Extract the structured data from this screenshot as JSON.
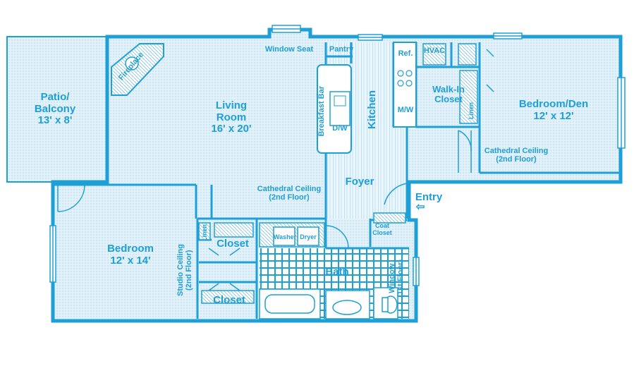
{
  "colors": {
    "line": "#1e9fd6",
    "fill": "#d9eef8",
    "hatch": "#a9d6ee"
  },
  "rooms": {
    "patio": {
      "name": "Patio/\nBalcony",
      "size": "13' x 8'"
    },
    "living": {
      "name": "Living\nRoom",
      "size": "16' x 20'"
    },
    "bedroom": {
      "name": "Bedroom",
      "size": "12' x 14'"
    },
    "bedroom_den": {
      "name": "Bedroom/Den",
      "size": "12' x 12'"
    },
    "kitchen": {
      "name": "Kitchen"
    },
    "foyer": {
      "name": "Foyer"
    },
    "bath": {
      "name": "Bath"
    },
    "walkin": {
      "name": "Walk-In\nCloset"
    }
  },
  "labels": {
    "fireplace": "Fireplace",
    "window_seat": "Window Seat",
    "pantry": "Pantry",
    "ref": "Ref.",
    "hvac": "HVAC",
    "mw": "M/W",
    "dw": "D/W",
    "breakfast_bar": "Breakfast Bar",
    "linen_den": "Linen",
    "linen_bed": "Linen",
    "closet_top": "Closet",
    "closet_bottom": "Closet",
    "washer": "Washer",
    "dryer": "Dryer",
    "coat_closet": "Coat\nCloset",
    "entry": "Entry",
    "entry_arrow": "⇦",
    "cathedral_living": "Cathedral Ceiling\n(2nd Floor)",
    "cathedral_den": "Cathedral Ceiling\n(2nd Floor)",
    "studio_ceiling": "Studio Ceiling\n(2nd Floor)",
    "window_first": "Window\n(1st Floor)"
  }
}
